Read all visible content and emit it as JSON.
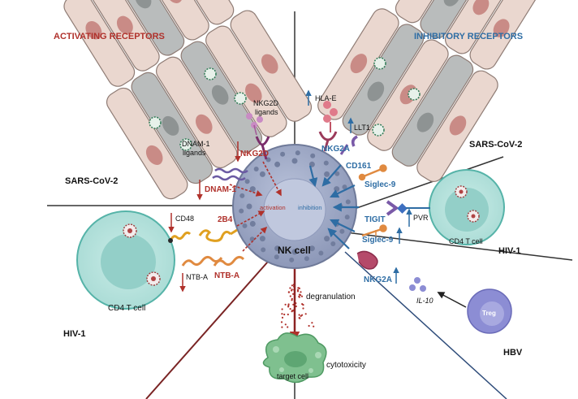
{
  "headers": {
    "activating": "ACTIVATING RECEPTORS",
    "inhibitory": "INHIBITORY RECEPTORS"
  },
  "contexts": {
    "sars_left": "SARS-CoV-2",
    "sars_right": "SARS-CoV-2",
    "hiv_left": "HIV-1",
    "hiv_right": "HIV-1",
    "hbv": "HBV"
  },
  "nk_cell": {
    "label": "NK cell",
    "activation": "activation",
    "inhibition": "inhibition"
  },
  "activating_receptors": {
    "nkg2d": "NKG2D",
    "dnam1": "DNAM-1",
    "b2b4": "2B4",
    "ntba": "NTB-A"
  },
  "activating_ligands": {
    "nkg2d_ligands_1": "NKG2D",
    "nkg2d_ligands_2": "ligands",
    "dnam1_ligands_1": "DNAM-1",
    "dnam1_ligands_2": "ligands",
    "cd48": "CD48",
    "ntba": "NTB-A"
  },
  "inhibitory_receptors": {
    "nkg2a_top": "NKG2A",
    "cd161": "CD161",
    "siglec9_top": "Siglec-9",
    "tigit": "TIGIT",
    "siglec9_bottom": "Siglec-9",
    "nkg2a_bottom": "NKG2A"
  },
  "inhibitory_ligands": {
    "hla_e": "HLA-E",
    "llt1": "LLT1",
    "pvr": "PVR",
    "il10": "IL-10"
  },
  "cells": {
    "cd4_left": "CD4 T cell",
    "cd4_right": "CD4 T cell",
    "treg": "Treg",
    "target": "target cell"
  },
  "processes": {
    "degranulation": "degranulation",
    "cytotoxicity": "cytotoxicity"
  },
  "colors": {
    "activating": "#b0312b",
    "inhibitory": "#2e6da4",
    "nk_fill": "#9aa5c4",
    "cd4_fill": "#b7e1dc",
    "epithelium_fill": "#ead7cf",
    "infected_fill": "#b9bcbc",
    "treg_fill": "#8c8dd4",
    "target_fill": "#7fc08f"
  }
}
